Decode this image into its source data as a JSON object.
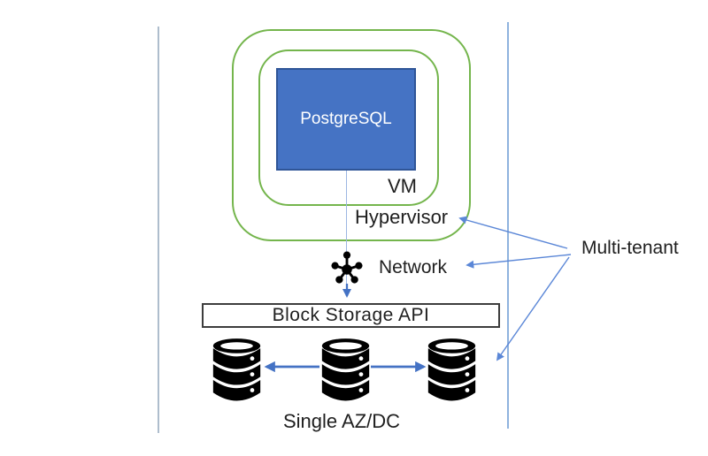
{
  "diagram": {
    "postgresql": "PostgreSQL",
    "vm": "VM",
    "hypervisor": "Hypervisor",
    "network": "Network",
    "block_storage_api": "Block Storage API",
    "single_az_dc": "Single AZ/DC",
    "multi_tenant": "Multi-tenant"
  },
  "icons": {
    "network": "network-hub-icon",
    "storage": "database-cylinder-icon"
  },
  "colors": {
    "container_green": "#74b54c",
    "postgresql_fill": "#4573c4",
    "postgresql_border": "#2f5597",
    "arrow_blue": "#4472c4",
    "thin_arrow_blue": "#5b87d7",
    "connector_line": "#9cb6e2",
    "left_boundary_line": "#aebdcd",
    "right_boundary_line": "#8fb3de",
    "storage_box_border": "#3d3d3d",
    "icon_black": "#000000",
    "text": "#1f1f1f"
  }
}
